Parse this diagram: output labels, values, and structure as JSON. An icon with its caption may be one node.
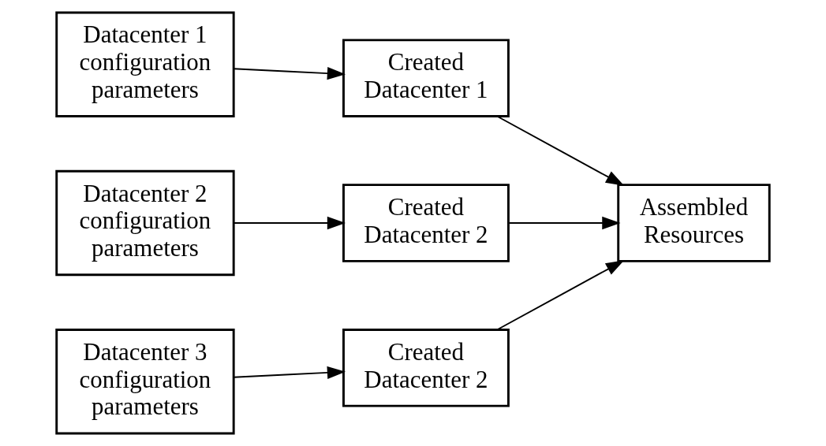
{
  "diagram": {
    "nodes": [
      {
        "text": [
          "Datacenter 1 configuration parameters"
        ]
      },
      {
        "text": [
          "Created Datacenter 1"
        ]
      },
      {
        "text": [
          "Datacenter 2 configuration parameters"
        ]
      },
      {
        "text": [
          "Created Datacenter 2"
        ]
      },
      {
        "text": [
          "Assembled Resources"
        ]
      },
      {
        "text": [
          "Datacenter 3 configuration parameters"
        ]
      },
      {
        "text": [
          "Created Datacenter 2"
        ]
      }
    ],
    "edges": [
      {
        "from": 0,
        "to": 1,
        "arrow": "to"
      },
      {
        "from": 1,
        "to": 4,
        "arrow": "to"
      },
      {
        "from": 2,
        "to": 3,
        "arrow": "to"
      },
      {
        "from": 3,
        "to": 4,
        "arrow": "to"
      },
      {
        "from": 5,
        "to": 6,
        "arrow": "to"
      },
      {
        "from": 6,
        "to": 4,
        "arrow": "to"
      }
    ]
  }
}
